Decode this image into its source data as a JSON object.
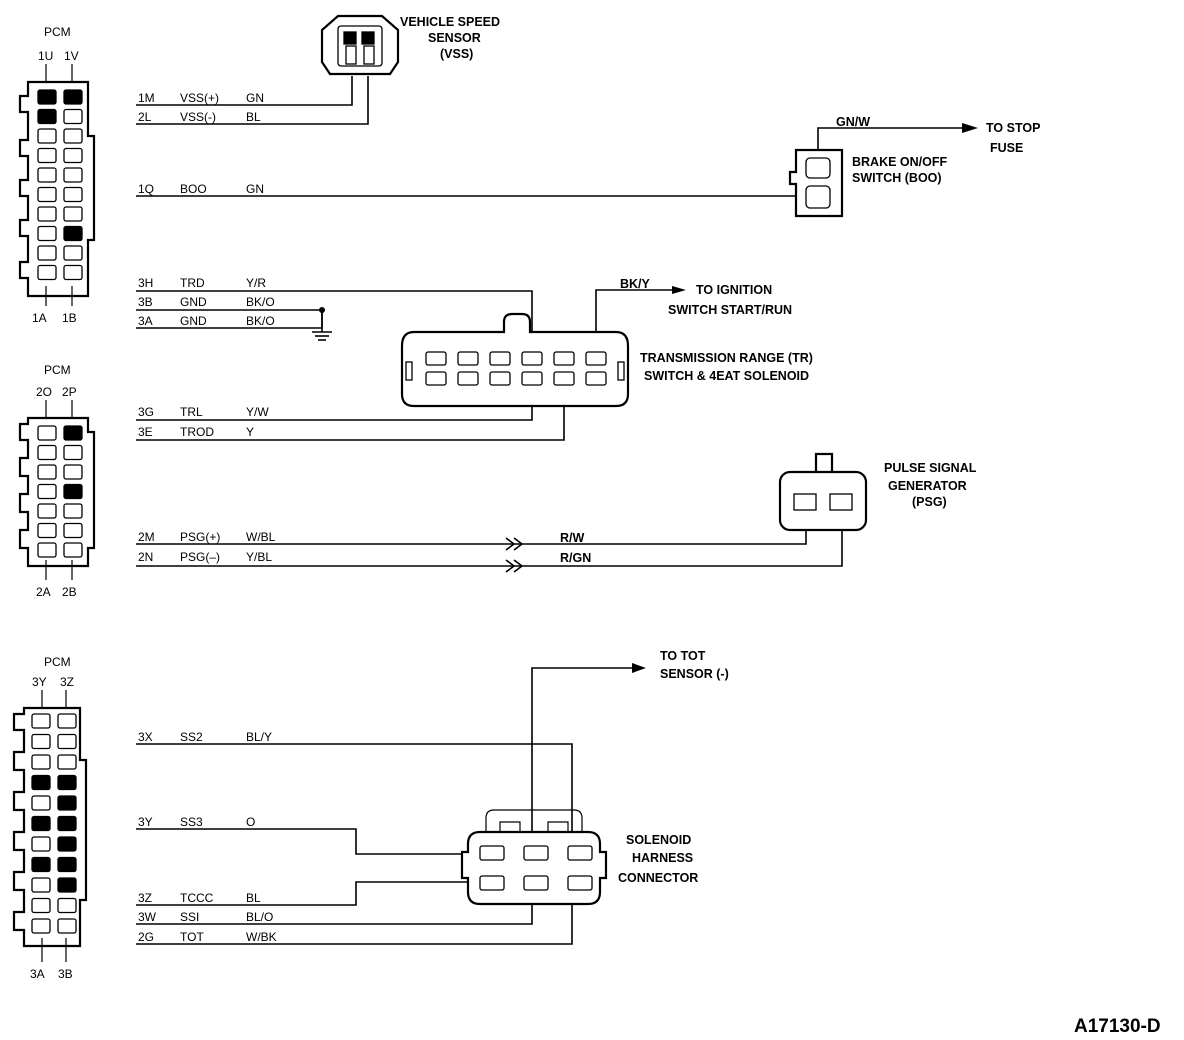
{
  "pcm_blocks": [
    {
      "label": "PCM",
      "top_left": "1U",
      "top_right": "1V",
      "bottom_left": "1A",
      "bottom_right": "1B"
    },
    {
      "label": "PCM",
      "top_left": "2O",
      "top_right": "2P",
      "bottom_left": "2A",
      "bottom_right": "2B"
    },
    {
      "label": "PCM",
      "top_left": "3Y",
      "top_right": "3Z",
      "bottom_left": "3A",
      "bottom_right": "3B"
    }
  ],
  "circuits": [
    {
      "pin": "1M",
      "signal": "VSS(+)",
      "color": "GN"
    },
    {
      "pin": "2L",
      "signal": "VSS(-)",
      "color": "BL"
    },
    {
      "pin": "1Q",
      "signal": "BOO",
      "color": "GN"
    },
    {
      "pin": "3H",
      "signal": "TRD",
      "color": "Y/R"
    },
    {
      "pin": "3B",
      "signal": "GND",
      "color": "BK/O"
    },
    {
      "pin": "3A",
      "signal": "GND",
      "color": "BK/O"
    },
    {
      "pin": "3G",
      "signal": "TRL",
      "color": "Y/W"
    },
    {
      "pin": "3E",
      "signal": "TROD",
      "color": "Y"
    },
    {
      "pin": "2M",
      "signal": "PSG(+)",
      "color": "W/BL"
    },
    {
      "pin": "2N",
      "signal": "PSG(–)",
      "color": "Y/BL"
    },
    {
      "pin": "3X",
      "signal": "SS2",
      "color": "BL/Y"
    },
    {
      "pin": "3Y",
      "signal": "SS3",
      "color": "O"
    },
    {
      "pin": "3Z",
      "signal": "TCCC",
      "color": "BL"
    },
    {
      "pin": "3W",
      "signal": "SSI",
      "color": "BL/O"
    },
    {
      "pin": "2G",
      "signal": "TOT",
      "color": "W/BK"
    }
  ],
  "components": {
    "vss": [
      "VEHICLE SPEED",
      "SENSOR",
      "(VSS)"
    ],
    "boo": [
      "BRAKE ON/OFF",
      "SWITCH (BOO)"
    ],
    "tr": [
      "TRANSMISSION RANGE (TR)",
      "SWITCH & 4EAT SOLENOID"
    ],
    "psg": [
      "PULSE SIGNAL",
      "GENERATOR",
      "(PSG)"
    ],
    "solenoid": [
      "SOLENOID",
      "HARNESS",
      "CONNECTOR"
    ]
  },
  "destinations": {
    "stop_fuse": [
      "TO STOP",
      "FUSE"
    ],
    "stop_wire_color": "GN/W",
    "ignition": [
      "TO IGNITION",
      "SWITCH START/RUN"
    ],
    "ignition_wire_color": "BK/Y",
    "tot": [
      "TO TOT",
      "SENSOR (-)"
    ]
  },
  "psg_far_colors": [
    "R/W",
    "R/GN"
  ],
  "figure_ref": "A17130-D"
}
